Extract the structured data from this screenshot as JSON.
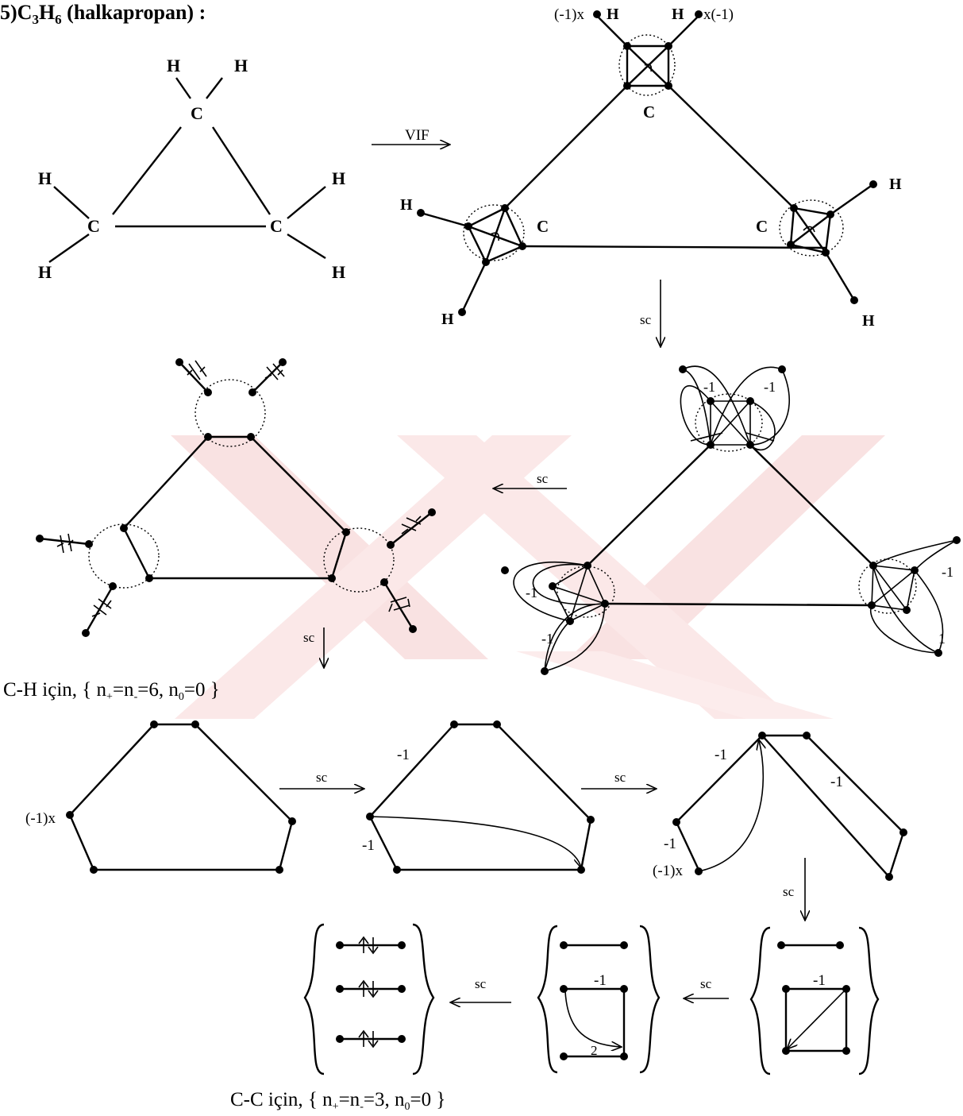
{
  "title": {
    "prefix": "5)C",
    "sub1": "3",
    "mid": "H",
    "sub2": "6",
    "suffix": " (halkapropan) :"
  },
  "atoms": {
    "carbon": "C",
    "hydrogen": "H"
  },
  "arrows": {
    "vif": "VIF",
    "sc": "sc"
  },
  "weights": {
    "neg_one": "-1",
    "neg_one_x": "(-1)x",
    "x_neg_one": "x(-1)",
    "one": "1",
    "two": "2"
  },
  "captions": {
    "ch": {
      "lead": "C-H için, { n",
      "plus": "+",
      "eq1": "=n",
      "minus": "-",
      "val": "=6, n",
      "zero": "0",
      "tail": "=0 }"
    },
    "cc": {
      "lead": "C-C için, { n",
      "plus": "+",
      "eq1": "=n",
      "minus": "-",
      "val": "=3, n",
      "zero": "0",
      "tail": "=0 }"
    }
  },
  "watermark": {
    "color": "#f7dede"
  }
}
